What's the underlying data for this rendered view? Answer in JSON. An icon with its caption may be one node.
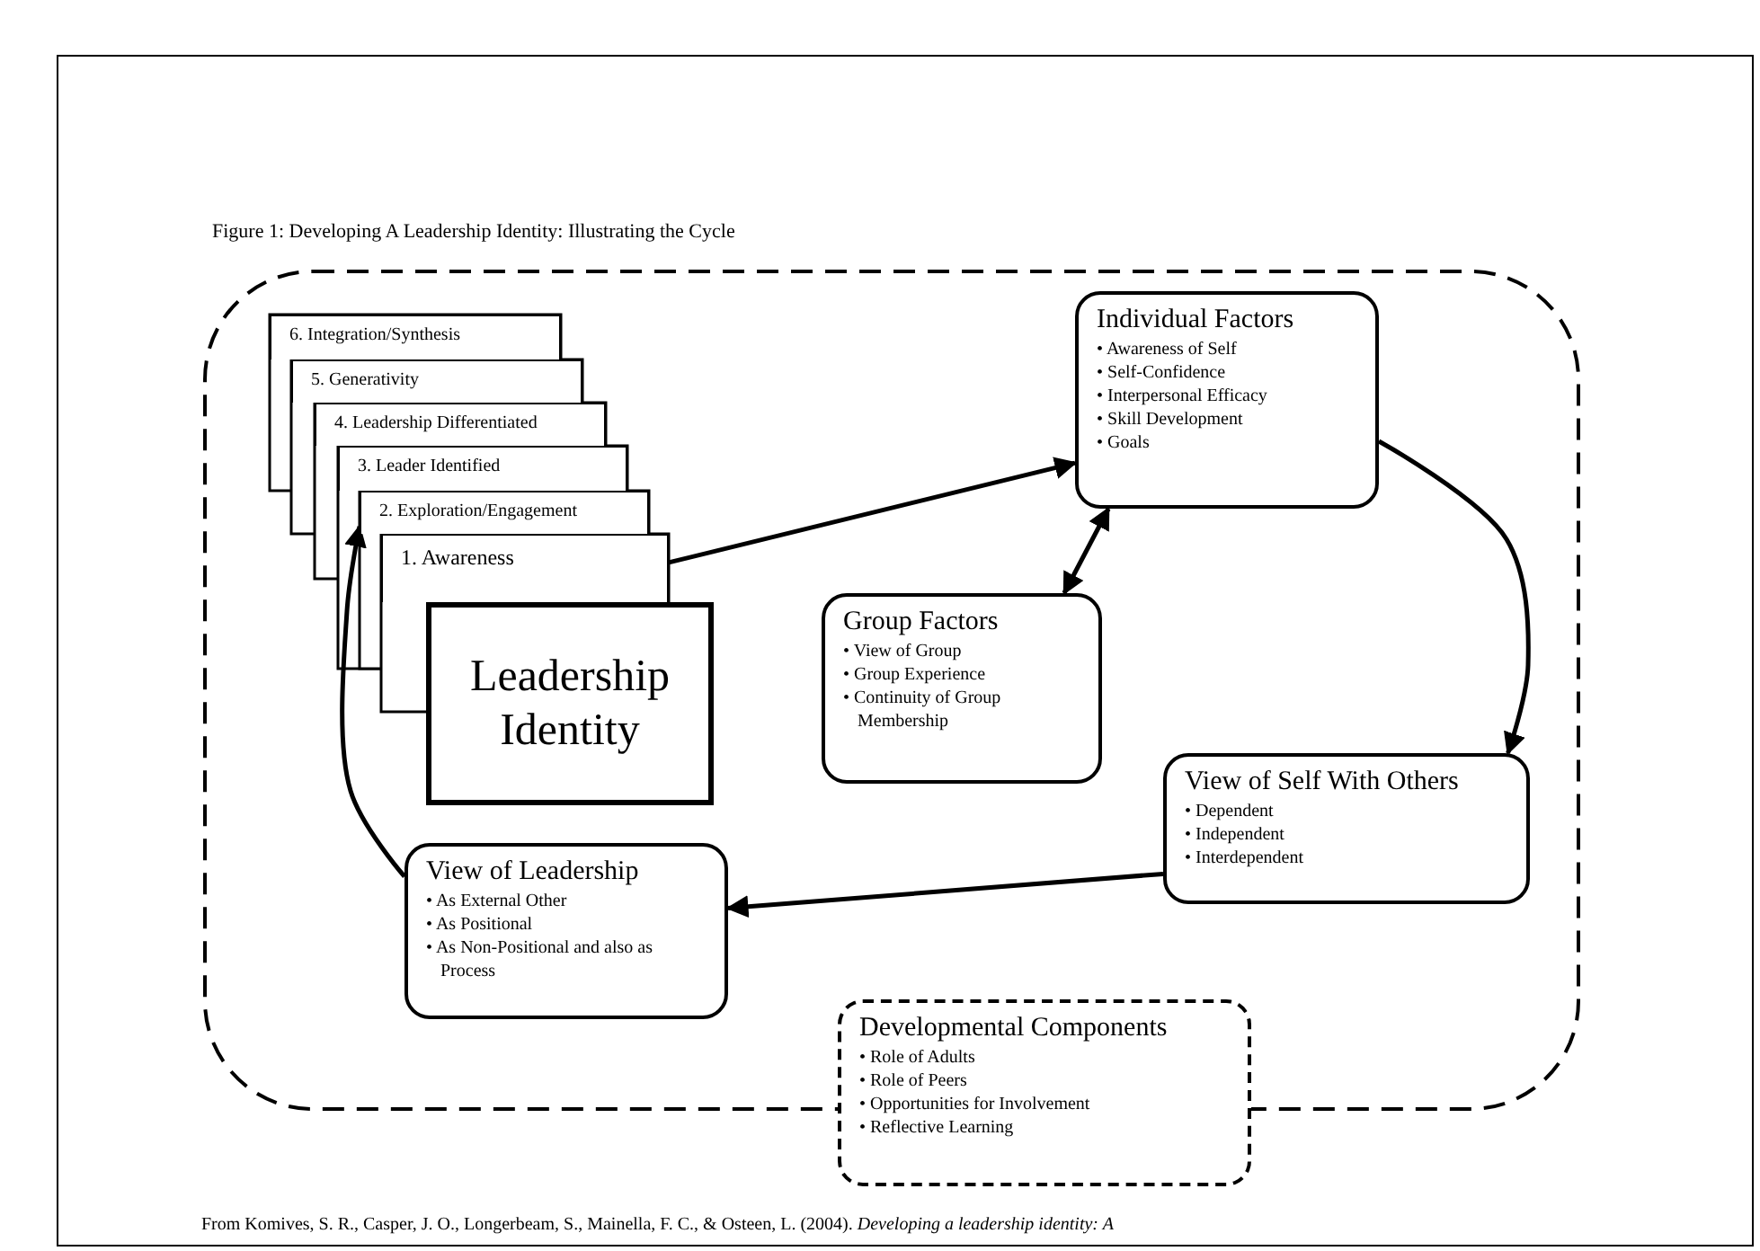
{
  "diagram": {
    "title": "Figure 1: Developing A Leadership Identity: Illustrating the Cycle",
    "caption": "From Komives, S. R., Casper, J. O., Longerbeam, S., Mainella, F. C., & Osteen, L. (2004). *Developing a leadership identity: A*",
    "nodes": [
      {
        "text": [
          "6. Integration/Synthesis"
        ]
      },
      {
        "text": [
          "5. Generativity"
        ]
      },
      {
        "text": [
          "4. Leadership Differentiated"
        ]
      },
      {
        "text": [
          "3. Leader Identified"
        ]
      },
      {
        "text": [
          "2. Exploration/Engagement"
        ]
      },
      {
        "text": [
          "1. Awareness"
        ]
      },
      {
        "text": [
          "Leadership Identity"
        ]
      },
      {
        "text": [
          "Individual Factors",
          "• Awareness of Self",
          "• Self-Confidence",
          "• Interpersonal Efficacy",
          "• Skill Development",
          "• Goals"
        ]
      },
      {
        "text": [
          "Group Factors",
          "• View of Group",
          "• Group Experience",
          "• Continuity of Group Membership"
        ]
      },
      {
        "text": [
          "View of Self With Others",
          "• Dependent",
          "• Independent",
          "• Interdependent"
        ]
      },
      {
        "text": [
          "View of Leadership",
          "• As External Other",
          "• As Positional",
          "• As Non-Positional and also as Process"
        ]
      },
      {
        "text": [
          "Developmental Components",
          "• Role of Adults",
          "• Role of Peers",
          "• Opportunities for Involvement",
          "• Reflective Learning"
        ]
      }
    ],
    "edges": [
      {
        "from": 5,
        "to": 7,
        "arrow": "to"
      },
      {
        "from": 8,
        "to": 7,
        "arrow": "both"
      },
      {
        "from": 7,
        "to": 9,
        "arrow": "to"
      },
      {
        "from": 9,
        "to": 10,
        "arrow": "to"
      },
      {
        "from": 10,
        "to": 4,
        "arrow": "to"
      }
    ]
  }
}
